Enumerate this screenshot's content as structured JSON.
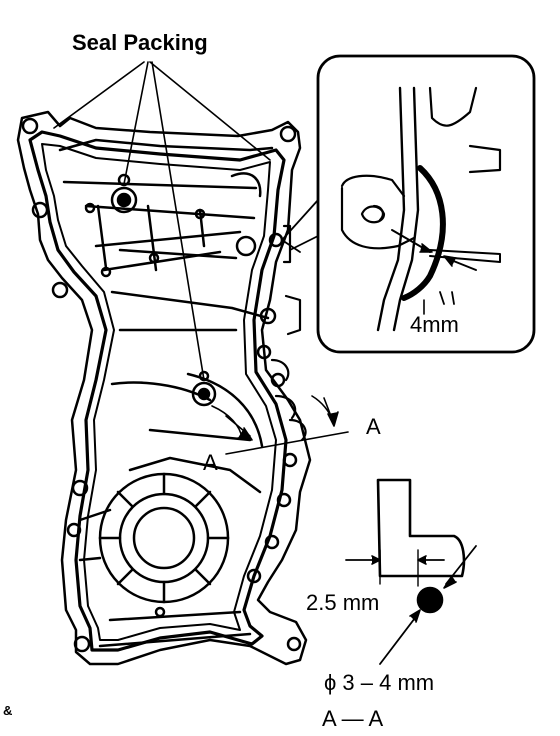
{
  "labels": {
    "seal_packing": "Seal Packing",
    "detail_width": "4mm",
    "section_a_right": "A",
    "section_a_left": "A",
    "gap_dimension": "2.5 mm",
    "bead_diameter": "ϕ 3 – 4 mm",
    "section_caption": "A — A",
    "corner_mark": "&"
  }
}
